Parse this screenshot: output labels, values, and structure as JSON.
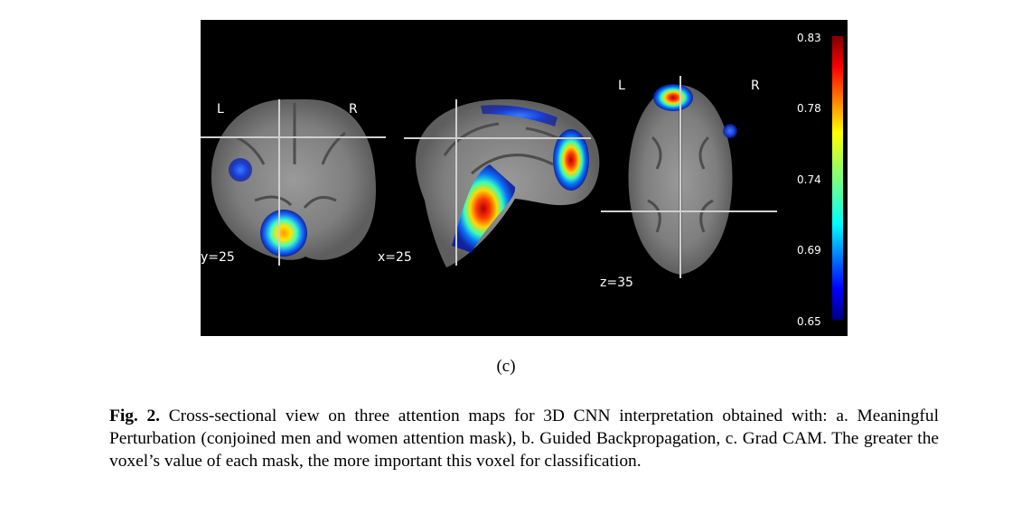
{
  "figure": {
    "slices": [
      {
        "orientation_left": "L",
        "orientation_right": "R",
        "coord": "y=25"
      },
      {
        "coord": "x=25"
      },
      {
        "orientation_left": "L",
        "orientation_right": "R",
        "coord": "z=35"
      }
    ],
    "colorbar": {
      "ticks": [
        "0.83",
        "0.78",
        "0.74",
        "0.69",
        "0.65"
      ],
      "min": 0.65,
      "max": 0.83,
      "colormap": "jet"
    },
    "subcaption": "(c)"
  },
  "caption": {
    "label": "Fig. 2.",
    "text": "Cross-sectional view on three attention maps for 3D CNN interpretation obtained with: a. Meaningful Perturbation (conjoined men and women attention mask), b. Guided Backpropagation, c. Grad CAM. The greater the voxel’s value of each mask, the more important this voxel for classification."
  },
  "colors": {
    "background": "#000000",
    "crosshair": "#cfcfcf",
    "brain": "#8a8a8a"
  }
}
